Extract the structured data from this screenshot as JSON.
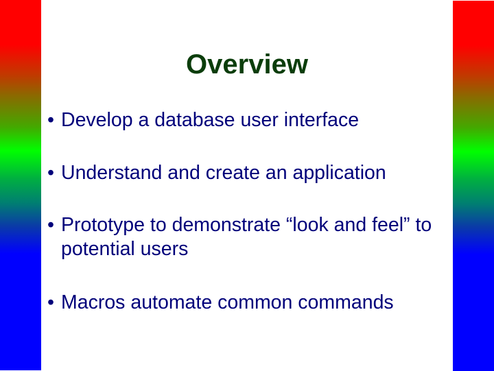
{
  "slide": {
    "title": "Overview",
    "bullet_glyph": "•",
    "bullets": [
      {
        "text": "Develop a database user interface"
      },
      {
        "text": "Understand and create an application"
      },
      {
        "text": "Prototype to demonstrate “look and feel” to potential users"
      },
      {
        "text": "Macros automate common commands"
      }
    ]
  },
  "colors": {
    "title": "#0b3d0b",
    "body_text": "#00007a",
    "side_bar_gradient": [
      "#ff0000",
      "#00ff00",
      "#0000ff"
    ],
    "background": "#ffffff"
  }
}
